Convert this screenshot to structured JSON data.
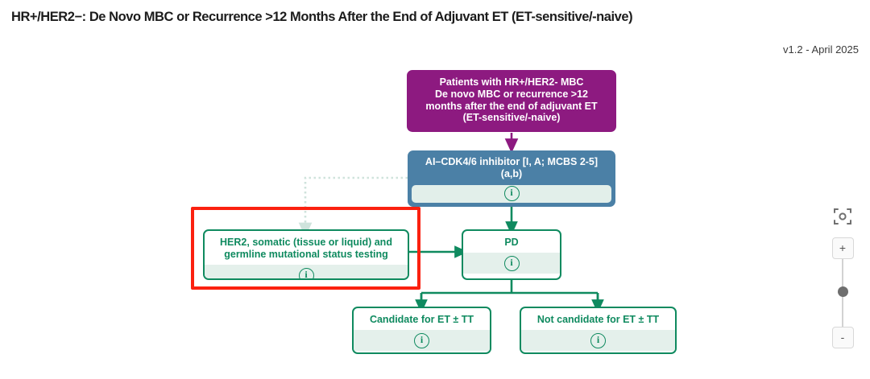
{
  "header": {
    "title": "HR+/HER2−: De Novo MBC or Recurrence >12 Months After the End of Adjuvant ET (ET-sensitive/-naive)",
    "version": "v1.2 - April 2025"
  },
  "diagram": {
    "nodes": {
      "entry": {
        "id": "patients-entry",
        "type": "purple",
        "text": "Patients with HR+/HER2- MBC\nDe novo MBC or recurrence >12\nmonths after the end of adjuvant ET\n(ET-sensitive/-naive)",
        "lines": [
          "Patients with HR+/HER2- MBC",
          "De novo MBC or recurrence >12",
          "months after the end of adjuvant ET",
          "(ET-sensitive/-naive)"
        ],
        "color": "#8d1a80"
      },
      "treatment": {
        "id": "ai-cdk46-inhibitor",
        "type": "blue",
        "lines": [
          "AI–CDK4/6 inhibitor [I, A; MCBS 2-5]",
          "(a,b)"
        ],
        "info_icon": "info-icon",
        "color": "#4b80a6"
      },
      "testing": {
        "id": "her2-mutational-testing",
        "type": "green",
        "lines": [
          "HER2, somatic (tissue or liquid) and",
          "germline mutational status testing"
        ],
        "info_icon": "info-icon",
        "highlighted": true,
        "highlight_color": "#fb2110"
      },
      "pd": {
        "id": "progressive-disease",
        "type": "green",
        "lines": [
          "PD"
        ],
        "info_icon": "info-icon"
      },
      "candidate": {
        "id": "candidate-for-et-tt",
        "type": "green",
        "lines": [
          "Candidate for ET ± TT"
        ],
        "info_icon": "info-icon"
      },
      "not_candidate": {
        "id": "not-candidate-for-et-tt",
        "type": "green",
        "lines": [
          "Not candidate for ET ± TT"
        ],
        "info_icon": "info-icon"
      }
    },
    "edge_color": "#0f8a5f",
    "dashed_edge_color": "#cfe3dc"
  },
  "controls": {
    "focus_label": "focus-frame-icon",
    "zoom_in_label": "+",
    "zoom_out_label": "-"
  }
}
